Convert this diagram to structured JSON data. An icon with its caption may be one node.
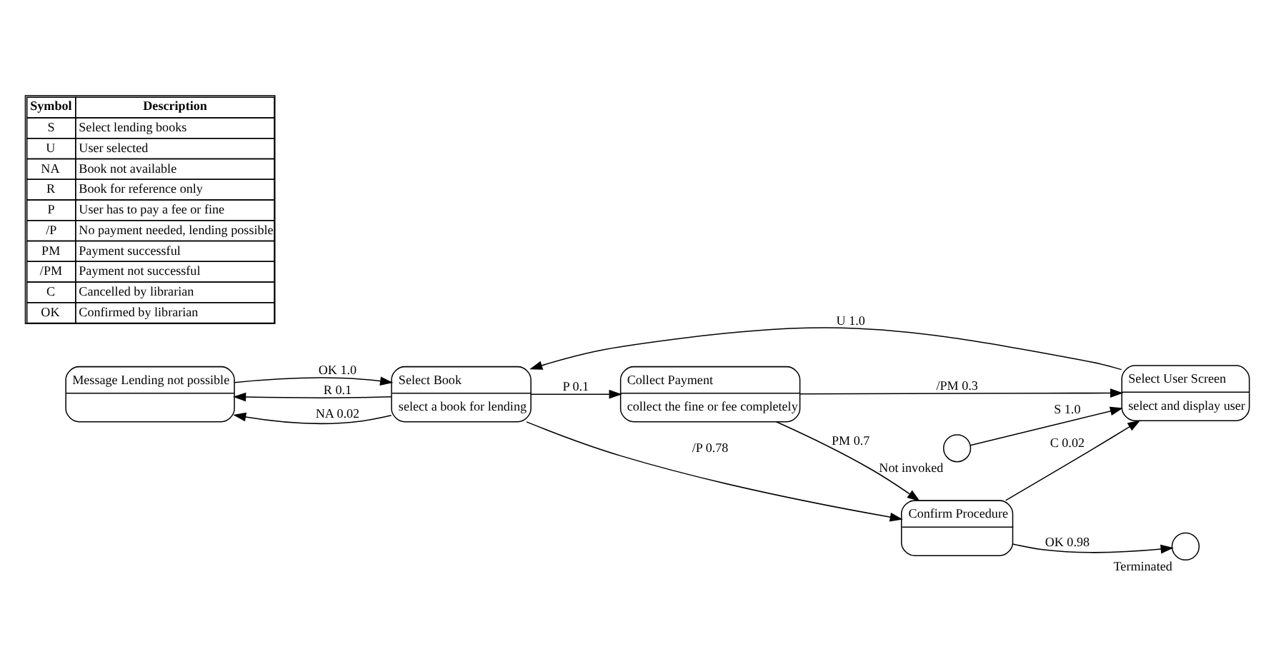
{
  "diagram": {
    "nodes": [
      {
        "text": [
          "Message Lending not possible"
        ]
      },
      {
        "text": [],
        "shape": "circle",
        "beside": [
          "Not invoked"
        ]
      },
      {
        "text": [
          "Select User Screen",
          "select and display user"
        ]
      },
      {
        "text": [
          "Select Book",
          "select a book for lending"
        ]
      },
      {
        "text": [],
        "shape": "circle",
        "beside": [
          "Terminated"
        ]
      },
      {
        "text": [
          "Confirm Procedure"
        ]
      },
      {
        "text": [
          "Collect Payment",
          "collect the fine or fee completely"
        ]
      }
    ],
    "edges": [
      {
        "from": 1,
        "to": 2,
        "arrow": "to",
        "label": "S 1.0"
      },
      {
        "from": 2,
        "to": 3,
        "arrow": "to",
        "label": "U 1.0"
      },
      {
        "from": 0,
        "to": 3,
        "arrow": "to",
        "label": "OK 1.0"
      },
      {
        "from": 3,
        "to": 0,
        "arrow": "to",
        "label": "R 0.1"
      },
      {
        "from": 3,
        "to": 0,
        "arrow": "to",
        "label": "NA 0.02"
      },
      {
        "from": 3,
        "to": 5,
        "arrow": "to",
        "label": "/P 0.78"
      },
      {
        "from": 3,
        "to": 6,
        "arrow": "to",
        "label": "P 0.1"
      },
      {
        "from": 6,
        "to": 2,
        "arrow": "to",
        "label": "/PM 0.3"
      },
      {
        "from": 5,
        "to": 2,
        "arrow": "to",
        "label": "C 0.02"
      },
      {
        "from": 6,
        "to": 5,
        "arrow": "to",
        "label": "PM 0.7"
      },
      {
        "from": 5,
        "to": 4,
        "arrow": "to",
        "label": "OK 0.98"
      }
    ],
    "labels": [
      "Symbol",
      "Description",
      "S",
      "Select lending books",
      "U",
      "User selected",
      "NA",
      "Book not available",
      "R",
      "Book for reference only",
      "P",
      "User has to pay a fee or fine",
      "/P",
      "No payment needed, lending possible",
      "PM",
      "Payment successful",
      "/PM",
      "Payment not successful",
      "C",
      "Cancelled by librarian",
      "OK",
      "Confirmed by librarian"
    ]
  }
}
